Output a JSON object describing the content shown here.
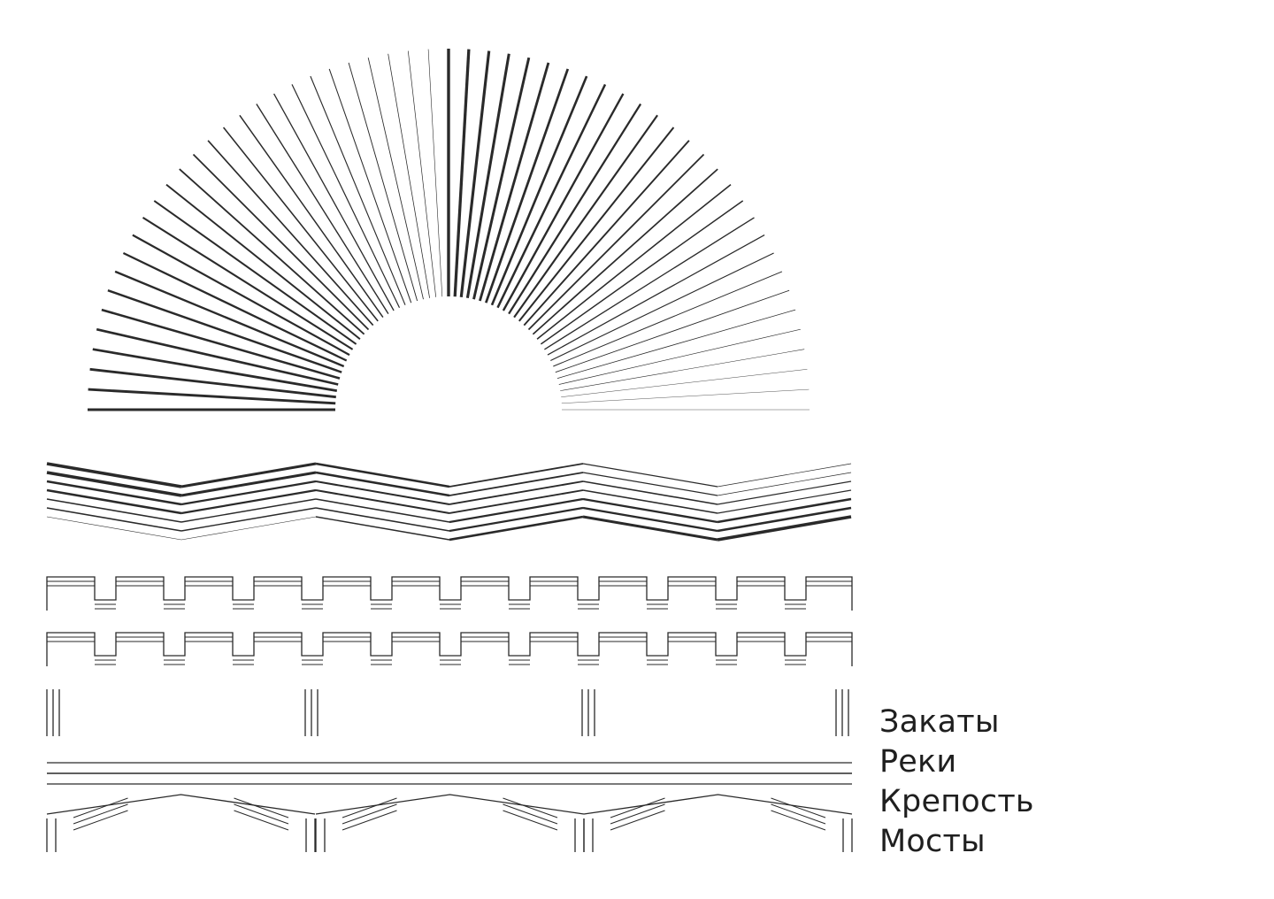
{
  "poster": {
    "motifs": [
      "sunset-rays",
      "river-waves",
      "fortress-battlements",
      "bridge-spans"
    ],
    "colors": {
      "ink": "#2a2a2a",
      "background": "#ffffff"
    },
    "words": [
      "Закаты",
      "Реки",
      "Крепость",
      "Мосты"
    ]
  }
}
